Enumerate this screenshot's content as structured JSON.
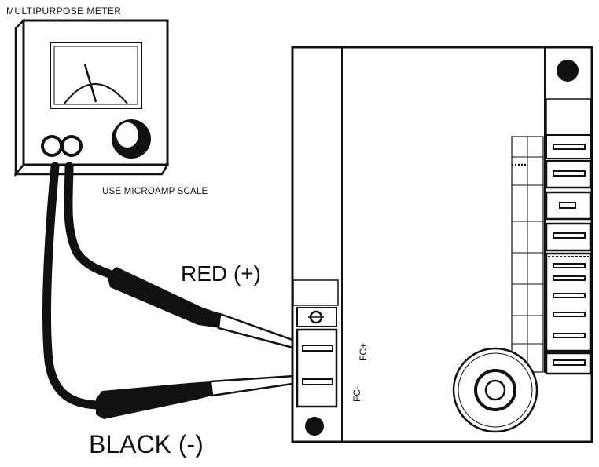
{
  "labels": {
    "meter_title": "MULTIPURPOSE METER",
    "scale_note": "USE MICROAMP SCALE",
    "red_probe": "RED (+)",
    "black_probe": "BLACK (-)",
    "terminal_left": "FC-",
    "terminal_right": "FC+"
  },
  "colors": {
    "line": "#111111",
    "background": "#ffffff"
  }
}
